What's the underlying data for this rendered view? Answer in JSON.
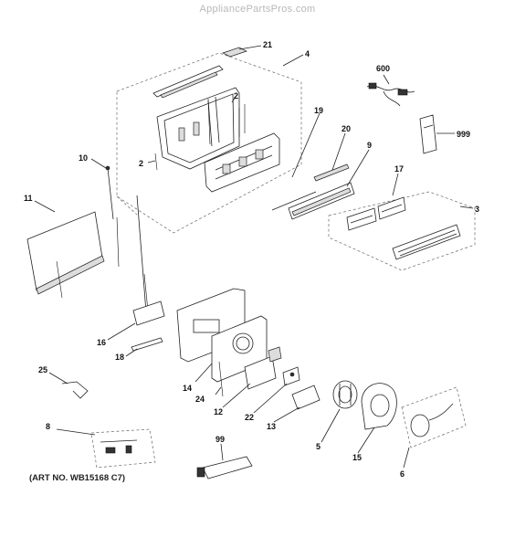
{
  "watermark": "AppliancePartsPros.com",
  "art_number": "(ART NO. WB15168 C7)",
  "callouts": {
    "c21": "21",
    "c4": "4",
    "c600": "600",
    "c2a": "2",
    "c2b": "2",
    "c19": "19",
    "c20": "20",
    "c999": "999",
    "c9": "9",
    "c10": "10",
    "c17": "17",
    "c3": "3",
    "c11": "11",
    "c16": "16",
    "c18": "18",
    "c25": "25",
    "c14": "14",
    "c24": "24",
    "c12": "12",
    "c22": "22",
    "c13": "13",
    "c5": "5",
    "c15": "15",
    "c6": "6",
    "c8": "8",
    "c99": "99"
  }
}
